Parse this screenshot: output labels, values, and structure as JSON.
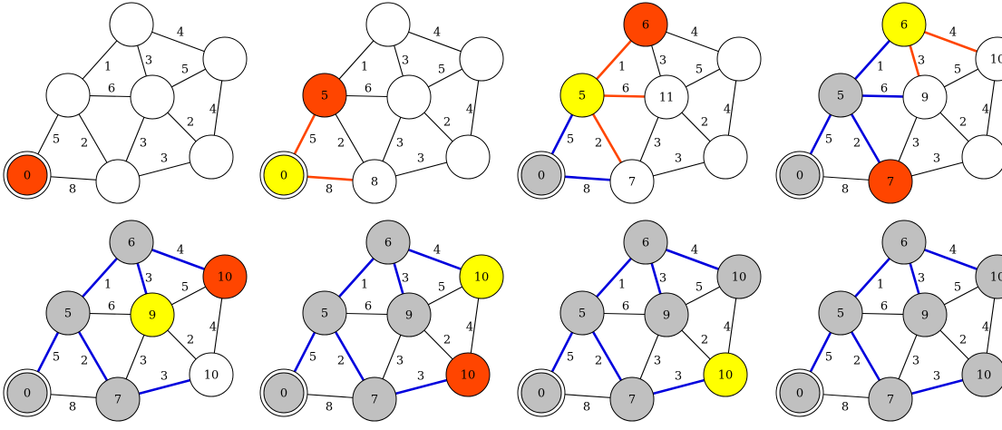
{
  "colors": {
    "white": "#ffffff",
    "gray": "#c0c0c0",
    "orange": "#ff4500",
    "yellow": "#ffff00",
    "edge_black": "#000000",
    "edge_blue": "#0000dd",
    "edge_orange": "#ff4500"
  },
  "nodes": [
    "A",
    "B",
    "C",
    "D",
    "E",
    "F",
    "G"
  ],
  "edges": [
    {
      "id": "AB",
      "from": "A",
      "to": "B",
      "weight": "5"
    },
    {
      "id": "AG",
      "from": "A",
      "to": "G",
      "weight": "8"
    },
    {
      "id": "BC",
      "from": "B",
      "to": "C",
      "weight": "1"
    },
    {
      "id": "BD",
      "from": "B",
      "to": "D",
      "weight": "6"
    },
    {
      "id": "BG",
      "from": "B",
      "to": "G",
      "weight": "2"
    },
    {
      "id": "CD",
      "from": "C",
      "to": "D",
      "weight": "3"
    },
    {
      "id": "CE",
      "from": "C",
      "to": "E",
      "weight": "4"
    },
    {
      "id": "DE",
      "from": "D",
      "to": "E",
      "weight": "5"
    },
    {
      "id": "DF",
      "from": "D",
      "to": "F",
      "weight": "2"
    },
    {
      "id": "DG",
      "from": "D",
      "to": "G",
      "weight": "3"
    },
    {
      "id": "EF",
      "from": "E",
      "to": "F",
      "weight": "4"
    },
    {
      "id": "FG",
      "from": "F",
      "to": "G",
      "weight": "3"
    }
  ],
  "panels": [
    {
      "nodes": {
        "A": {
          "label": "0",
          "fill": "orange",
          "source": true
        },
        "B": {
          "label": "",
          "fill": "white"
        },
        "C": {
          "label": "",
          "fill": "white"
        },
        "D": {
          "label": "",
          "fill": "white"
        },
        "E": {
          "label": "",
          "fill": "white"
        },
        "F": {
          "label": "",
          "fill": "white"
        },
        "G": {
          "label": "",
          "fill": "white"
        }
      },
      "edges": {}
    },
    {
      "nodes": {
        "A": {
          "label": "0",
          "fill": "yellow",
          "source": true
        },
        "B": {
          "label": "5",
          "fill": "orange"
        },
        "C": {
          "label": "",
          "fill": "white"
        },
        "D": {
          "label": "",
          "fill": "white"
        },
        "E": {
          "label": "",
          "fill": "white"
        },
        "F": {
          "label": "",
          "fill": "white"
        },
        "G": {
          "label": "8",
          "fill": "white"
        }
      },
      "edges": {
        "AB": "orange",
        "AG": "orange"
      }
    },
    {
      "nodes": {
        "A": {
          "label": "0",
          "fill": "gray",
          "source": true
        },
        "B": {
          "label": "5",
          "fill": "yellow"
        },
        "C": {
          "label": "6",
          "fill": "orange"
        },
        "D": {
          "label": "11",
          "fill": "white"
        },
        "E": {
          "label": "",
          "fill": "white"
        },
        "F": {
          "label": "",
          "fill": "white"
        },
        "G": {
          "label": "7",
          "fill": "white"
        }
      },
      "edges": {
        "AB": "blue",
        "AG": "blue",
        "BC": "orange",
        "BD": "orange",
        "BG": "orange"
      }
    },
    {
      "nodes": {
        "A": {
          "label": "0",
          "fill": "gray",
          "source": true
        },
        "B": {
          "label": "5",
          "fill": "gray"
        },
        "C": {
          "label": "6",
          "fill": "yellow"
        },
        "D": {
          "label": "9",
          "fill": "white"
        },
        "E": {
          "label": "10",
          "fill": "white"
        },
        "F": {
          "label": "",
          "fill": "white"
        },
        "G": {
          "label": "7",
          "fill": "orange"
        }
      },
      "edges": {
        "AB": "blue",
        "BC": "blue",
        "BD": "blue",
        "BG": "blue",
        "CD": "orange",
        "CE": "orange"
      }
    },
    {
      "nodes": {
        "A": {
          "label": "0",
          "fill": "gray",
          "source": true
        },
        "B": {
          "label": "5",
          "fill": "gray"
        },
        "C": {
          "label": "6",
          "fill": "gray"
        },
        "D": {
          "label": "9",
          "fill": "yellow"
        },
        "E": {
          "label": "10",
          "fill": "orange"
        },
        "F": {
          "label": "10",
          "fill": "white"
        },
        "G": {
          "label": "7",
          "fill": "gray"
        }
      },
      "edges": {
        "AB": "blue",
        "BC": "blue",
        "BG": "blue",
        "CD": "blue",
        "CE": "blue",
        "FG": "blue"
      }
    },
    {
      "nodes": {
        "A": {
          "label": "0",
          "fill": "gray",
          "source": true
        },
        "B": {
          "label": "5",
          "fill": "gray"
        },
        "C": {
          "label": "6",
          "fill": "gray"
        },
        "D": {
          "label": "9",
          "fill": "gray"
        },
        "E": {
          "label": "10",
          "fill": "yellow"
        },
        "F": {
          "label": "10",
          "fill": "orange"
        },
        "G": {
          "label": "7",
          "fill": "gray"
        }
      },
      "edges": {
        "AB": "blue",
        "BC": "blue",
        "BG": "blue",
        "CD": "blue",
        "CE": "blue",
        "FG": "blue"
      }
    },
    {
      "nodes": {
        "A": {
          "label": "0",
          "fill": "gray",
          "source": true
        },
        "B": {
          "label": "5",
          "fill": "gray"
        },
        "C": {
          "label": "6",
          "fill": "gray"
        },
        "D": {
          "label": "9",
          "fill": "gray"
        },
        "E": {
          "label": "10",
          "fill": "gray"
        },
        "F": {
          "label": "10",
          "fill": "yellow"
        },
        "G": {
          "label": "7",
          "fill": "gray"
        }
      },
      "edges": {
        "AB": "blue",
        "BC": "blue",
        "BG": "blue",
        "CD": "blue",
        "CE": "blue",
        "FG": "blue"
      }
    },
    {
      "nodes": {
        "A": {
          "label": "0",
          "fill": "gray",
          "source": true
        },
        "B": {
          "label": "5",
          "fill": "gray"
        },
        "C": {
          "label": "6",
          "fill": "gray"
        },
        "D": {
          "label": "9",
          "fill": "gray"
        },
        "E": {
          "label": "10",
          "fill": "gray"
        },
        "F": {
          "label": "10",
          "fill": "gray"
        },
        "G": {
          "label": "7",
          "fill": "gray"
        }
      },
      "edges": {
        "AB": "blue",
        "BC": "blue",
        "BG": "blue",
        "CD": "blue",
        "CE": "blue",
        "FG": "blue"
      }
    }
  ]
}
